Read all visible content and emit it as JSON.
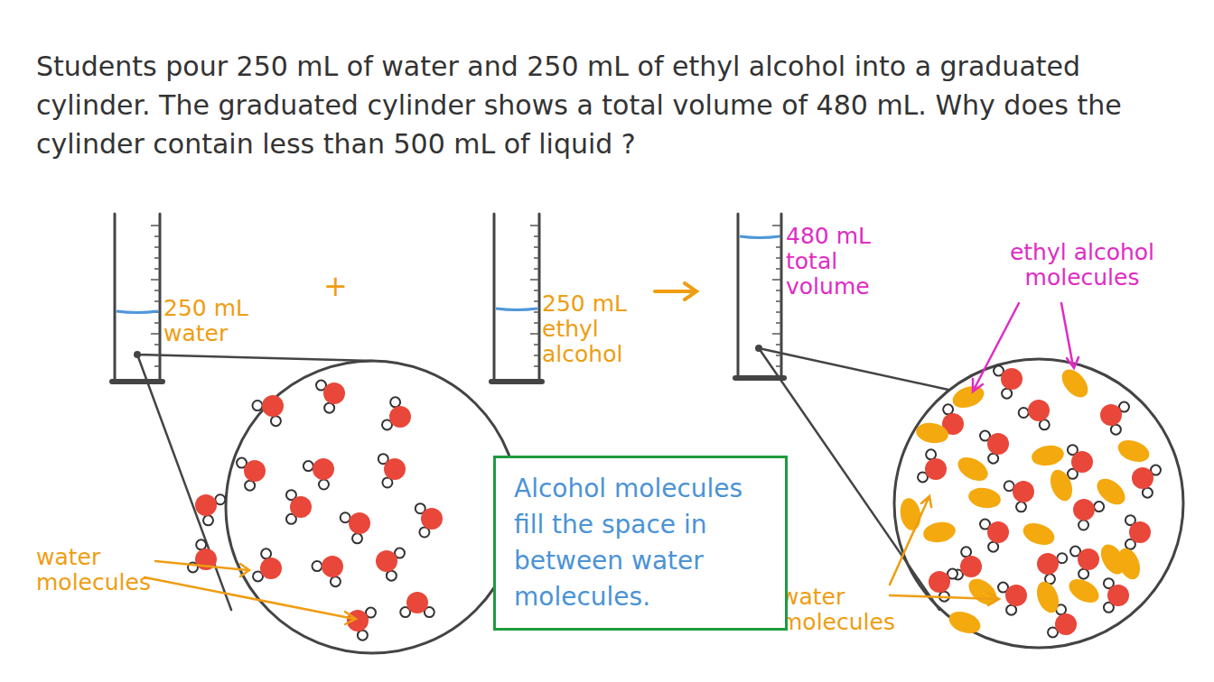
{
  "diagram": {
    "title": "Students pour 250 mL of water and 250 mL of ethyl alcohol into a graduated cylinder. The graduated cylinder shows a total volume of 480 mL. Why does the cylinder contain less than 500 mL of liquid ?",
    "nodes": [
      {
        "text": [
          "Alcohol molecules fill the space in between water molecules."
        ]
      }
    ],
    "labels": [
      "250 mL water",
      "+",
      "250 mL ethyl alcohol",
      "480 mL total volume",
      "ethyl alcohol molecules",
      "water molecules",
      "water molecules"
    ]
  }
}
